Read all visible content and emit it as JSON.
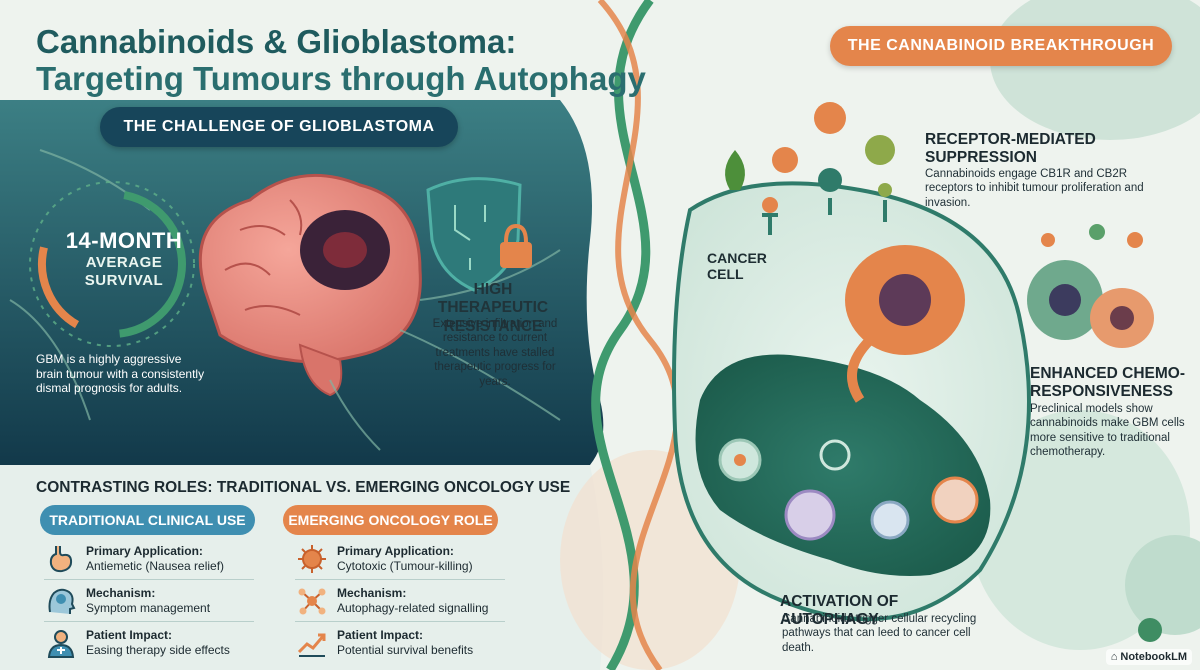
{
  "title": {
    "line1": "Cannabinoids & Glioblastoma:",
    "line2": "Targeting Tumours through Autophagy"
  },
  "challenge": {
    "pill_label": "THE CHALLENGE OF GLIOBLASTOMA",
    "stat_big": "14-MONTH",
    "stat_line2": "AVERAGE",
    "stat_line3": "SURVIVAL",
    "description": "GBM is a highly aggressive brain tumour with a consistently dismal prognosis for adults.",
    "resistance_heading": "HIGH THERAPEUTIC RESISTANCE",
    "resistance_body": "Extensive infiltration and resistance to current treatments have stalled therapeutic progress for years."
  },
  "breakthrough": {
    "pill_label": "THE CANNABINOID BREAKTHROUGH",
    "receptor_heading": "RECEPTOR-MEDIATED SUPPRESSION",
    "receptor_body": "Cannabinoids engage CB1R and CB2R receptors to inhibit tumour proliferation and invasion.",
    "cancer_label": "CANCER CELL",
    "chemo_heading": "ENHANCED CHEMO-RESPONSIVENESS",
    "chemo_body": "Preclinical models show cannabinoids make GBM cells more sensitive to traditional chemotherapy.",
    "autophagy_heading": "ACTIVATION OF AUTOPHAGY",
    "autophagy_body": "Cannabinoids trigger cellular recycling pathways that can leed to cancer cell death."
  },
  "contrast": {
    "title": "CONTRASTING ROLES: TRADITIONAL VS. EMERGING ONCOLOGY USE",
    "traditional": {
      "label": "TRADITIONAL CLINICAL USE",
      "rows": [
        {
          "icon": "stomach-icon",
          "heading": "Primary Application:",
          "text": "Antiemetic (Nausea relief)"
        },
        {
          "icon": "brain-head-icon",
          "heading": "Mechanism:",
          "text": "Symptom management"
        },
        {
          "icon": "patient-icon",
          "heading": "Patient Impact:",
          "text": "Easing therapy side effects"
        }
      ]
    },
    "emerging": {
      "label": "EMERGING ONCOLOGY ROLE",
      "rows": [
        {
          "icon": "virus-icon",
          "heading": "Primary Application:",
          "text": "Cytotoxic (Tumour-killing)"
        },
        {
          "icon": "molecule-icon",
          "heading": "Mechanism:",
          "text": "Autophagy-related signalling"
        },
        {
          "icon": "growth-chart-icon",
          "heading": "Patient Impact:",
          "text": "Potential survival benefits"
        }
      ]
    }
  },
  "footer": {
    "brand": "NotebookLM"
  },
  "colors": {
    "teal_dark": "#17455a",
    "orange": "#e4854b",
    "blue": "#3f8fb1",
    "green": "#3f9a6e"
  }
}
